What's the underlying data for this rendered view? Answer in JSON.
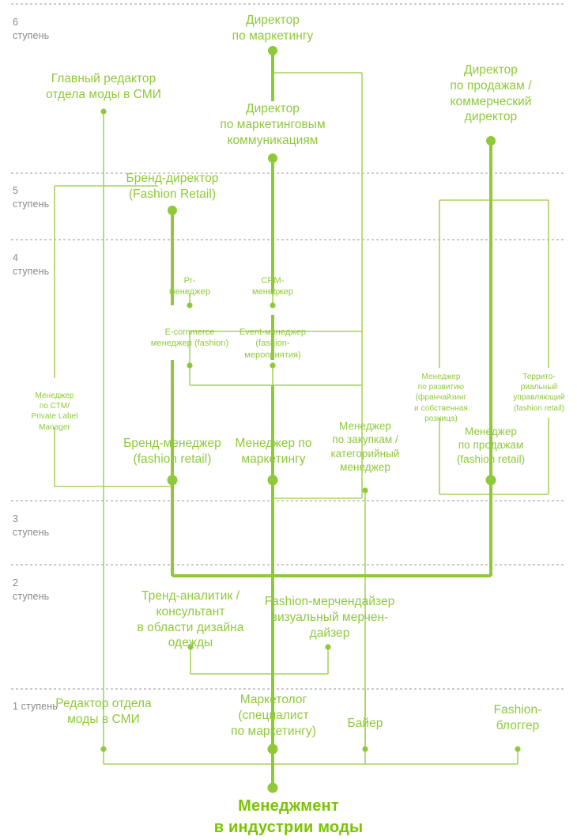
{
  "title": "Менеджмент\nв индустрии моды",
  "colors": {
    "accent": "#8fc93a",
    "accent_bright": "#7cc400",
    "level_label": "#8a8a8a",
    "divider": "#9a9a9a",
    "background": "#ffffff"
  },
  "levels": [
    {
      "id": "level-6",
      "label": "6\nступень"
    },
    {
      "id": "level-5",
      "label": "5\nступень"
    },
    {
      "id": "level-4",
      "label": "4\nступень"
    },
    {
      "id": "level-3",
      "label": "3\nступень"
    },
    {
      "id": "level-2",
      "label": "2\nступень"
    },
    {
      "id": "level-1",
      "label": "1 ступень"
    }
  ],
  "nodes": [
    {
      "id": "director-po-marketingu",
      "label": "Директор\nпо маркетингу"
    },
    {
      "id": "glavny-redaktor",
      "label": "Главный редактор\nотдела моды в СМИ"
    },
    {
      "id": "director-marketing-comms",
      "label": "Директор\nпо маркетинговым\nкоммуникациям"
    },
    {
      "id": "director-po-prodazham",
      "label": "Директор\nпо продажам /\nкоммерческий\nдиректор"
    },
    {
      "id": "brand-director",
      "label": "Бренд-директор\n(Fashion Retail)"
    },
    {
      "id": "pr-manager",
      "label": "Pr-\nменеджер"
    },
    {
      "id": "crm-manager",
      "label": "CRM-\nменеджер"
    },
    {
      "id": "ecommerce-manager",
      "label": "E-commerce\nменеджер (fashion)"
    },
    {
      "id": "event-manager",
      "label": "Event-менеджер\n(fashion-\nмероприятия)"
    },
    {
      "id": "manager-ctm",
      "label": "Менеджер\nпо СТМ/\nPrivate Label\nManager"
    },
    {
      "id": "manager-po-razvitiyu",
      "label": "Менеджер\nпо развитию\n(франчайзинг\nи собственная\nрозница)"
    },
    {
      "id": "territorialny-upravlyayushchiy",
      "label": "Террито-\nриальный\nуправляющий\n(fashion retail)"
    },
    {
      "id": "brand-manager",
      "label": "Бренд-менеджер\n(fashion retail)"
    },
    {
      "id": "manager-po-marketingu",
      "label": "Менеджер по\nмаркетингу"
    },
    {
      "id": "manager-po-zakupkam",
      "label": "Менеджер\nпо закупкам /\nкатегорийный\nменеджер"
    },
    {
      "id": "manager-po-prodazham",
      "label": "Менеджер\nпо продажам\n(fashion retail)"
    },
    {
      "id": "trend-analitik",
      "label": "Тренд-аналитик /\nконсультант\nв области дизайна\nодежды"
    },
    {
      "id": "fashion-merchandiser",
      "label": "Fashion-мерчендайзер\nвизуальный мерчен-\nдайзер"
    },
    {
      "id": "redaktor-otdela-mody",
      "label": "Редактор отдела\nмоды в СМИ"
    },
    {
      "id": "marketolog",
      "label": "Маркетолог\n(специалист\nпо маркетингу)"
    },
    {
      "id": "bayer",
      "label": "Байер"
    },
    {
      "id": "fashion-blogger",
      "label": "Fashion-\nблоггер"
    }
  ]
}
